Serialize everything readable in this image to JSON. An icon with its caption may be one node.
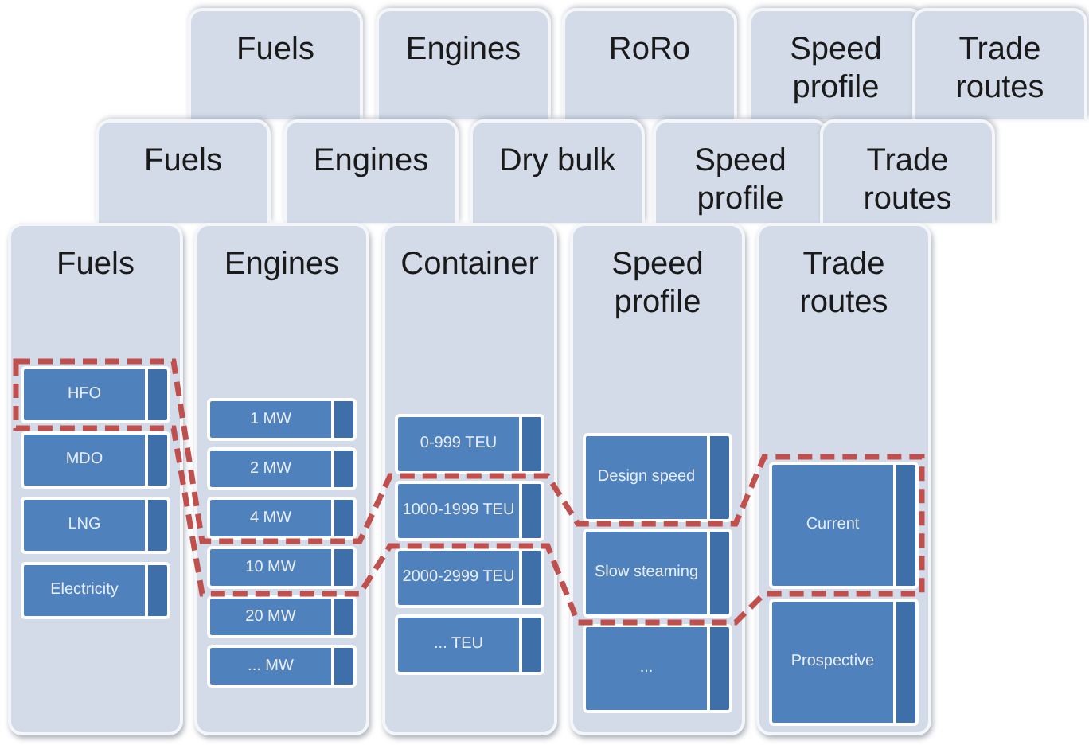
{
  "diagram": {
    "nodes": [
      {
        "text": [
          "Fuels"
        ]
      },
      {
        "text": [
          "Engines"
        ]
      },
      {
        "text": [
          "RoRo"
        ]
      },
      {
        "text": [
          "Speed profile"
        ]
      },
      {
        "text": [
          "Trade routes"
        ]
      },
      {
        "text": [
          "Fuels"
        ]
      },
      {
        "text": [
          "Engines"
        ]
      },
      {
        "text": [
          "Dry bulk"
        ]
      },
      {
        "text": [
          "Speed profile"
        ]
      },
      {
        "text": [
          "Trade routes"
        ]
      },
      {
        "text": [
          "Fuels"
        ]
      },
      {
        "text": [
          "HFO"
        ],
        "in": 10
      },
      {
        "text": [
          "MDO"
        ],
        "in": 10
      },
      {
        "text": [
          "LNG"
        ],
        "in": 10
      },
      {
        "text": [
          "Electricity"
        ],
        "in": 10
      },
      {
        "text": [
          "Engines"
        ]
      },
      {
        "text": [
          "1 MW"
        ],
        "in": 15
      },
      {
        "text": [
          "2 MW"
        ],
        "in": 15
      },
      {
        "text": [
          "4 MW"
        ],
        "in": 15
      },
      {
        "text": [
          "10 MW"
        ],
        "in": 15
      },
      {
        "text": [
          "20 MW"
        ],
        "in": 15
      },
      {
        "text": [
          "... MW"
        ],
        "in": 15
      },
      {
        "text": [
          "Container"
        ]
      },
      {
        "text": [
          "0-999 TEU"
        ],
        "in": 22
      },
      {
        "text": [
          "1000-1999 TEU"
        ],
        "in": 22
      },
      {
        "text": [
          "2000-2999 TEU"
        ],
        "in": 22
      },
      {
        "text": [
          "... TEU"
        ],
        "in": 22
      },
      {
        "text": [
          "Speed profile"
        ]
      },
      {
        "text": [
          "Design speed"
        ],
        "in": 27
      },
      {
        "text": [
          "Slow steaming"
        ],
        "in": 27
      },
      {
        "text": [
          "..."
        ],
        "in": 27
      },
      {
        "text": [
          "Trade routes"
        ]
      },
      {
        "text": [
          "Current"
        ],
        "in": 31
      },
      {
        "text": [
          "Prospective"
        ],
        "in": 31
      }
    ]
  }
}
